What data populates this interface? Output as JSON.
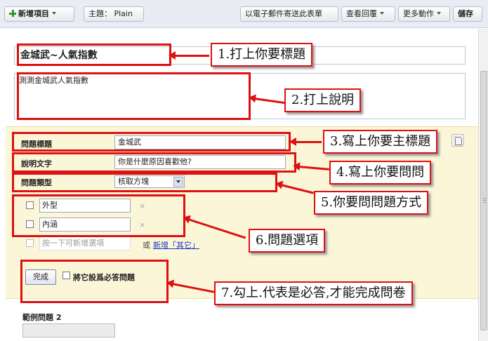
{
  "toolbar": {
    "new_item": "新增項目",
    "theme": "主題：  Plain",
    "email_form": "以電子郵件寄送此表單",
    "view_responses": "查看回覆",
    "more_actions": "更多動作",
    "save": "儲存"
  },
  "form": {
    "title": "金城武~人氣指數",
    "description": "測測金城武人氣指數"
  },
  "question": {
    "title_label": "問題標題",
    "title_value": "金城武",
    "help_label": "說明文字",
    "help_value": "你是什麼原因喜歡他?",
    "type_label": "問題類型",
    "type_value": "核取方塊",
    "options": [
      "外型",
      "內涵"
    ],
    "add_option_placeholder": "按一下可新增選項",
    "or_text": "或",
    "add_other": "新增「其它」",
    "remove_symbol": "×",
    "done": "完成",
    "required_label": "將它設爲必答問題"
  },
  "sample_question": {
    "label": "範例問題 2"
  },
  "annotations": {
    "step1": "1.打上你要標題",
    "step2": "2.打上說明",
    "step3": "3.寫上你要主標題",
    "step4": "4.寫上你要問問",
    "step5": "5.你要問問題方式",
    "step6": "6.問題選項",
    "step7": "7.勾上.代表是必答,才能完成問卷"
  },
  "colors": {
    "annotation_red": "#dd1111",
    "question_panel": "#fcf6d8",
    "link_blue": "#1a37c9",
    "plus_green": "#2d9b2d"
  }
}
